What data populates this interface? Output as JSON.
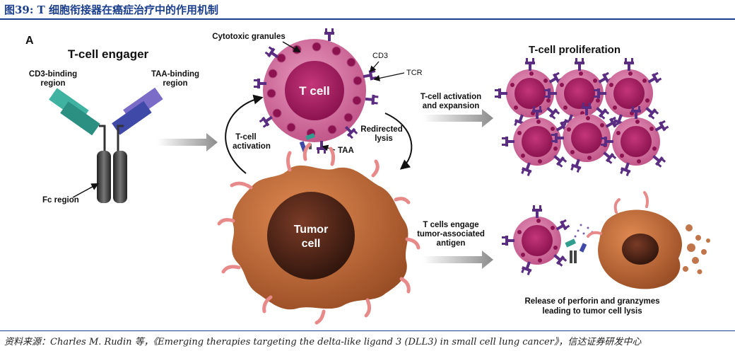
{
  "figure_title": "图39: T 细胞衔接器在癌症治疗中的作用机制",
  "panel_letter": "A",
  "engager": {
    "title": "T-cell engager",
    "cd3_region": [
      "CD3-binding",
      "region"
    ],
    "taa_region": [
      "TAA-binding",
      "region"
    ],
    "fc_region": "Fc region"
  },
  "tcell": {
    "cytotoxic_granules": "Cytotoxic granules",
    "label": "T cell",
    "cd3": "CD3",
    "tcr": "TCR",
    "taa": "TAA"
  },
  "cycle": {
    "activation": [
      "T-cell",
      "activation"
    ],
    "redirected": [
      "Redirected",
      "lysis"
    ]
  },
  "tumor": {
    "label": [
      "Tumor",
      "cell"
    ]
  },
  "proliferation": {
    "title": "T-cell proliferation",
    "arrow_label": [
      "T-cell activation",
      "and expansion"
    ]
  },
  "engage": {
    "arrow_label": [
      "T cells engage",
      "tumor-associated",
      "antigen"
    ],
    "caption": [
      "Release of perforin and granzymes",
      "leading to tumor cell lysis"
    ]
  },
  "source": "资料来源：Charles M. Rudin 等，《Emerging therapies targeting the delta-like ligand 3 (DLL3) in small cell lung cancer》，信达证券研发中心",
  "colors": {
    "header_blue": "#1b3f8c",
    "tcell_outer": "#d0679a",
    "tcell_inner": "#a3195e",
    "receptor_purple": "#5a2d82",
    "cd3_teal": "#2f9e8f",
    "taa_blue": "#4a4fb0",
    "tumor_orange": "#b8683a",
    "tumor_nucleus": "#4a2418",
    "antigen_pink": "#e88a8a"
  }
}
